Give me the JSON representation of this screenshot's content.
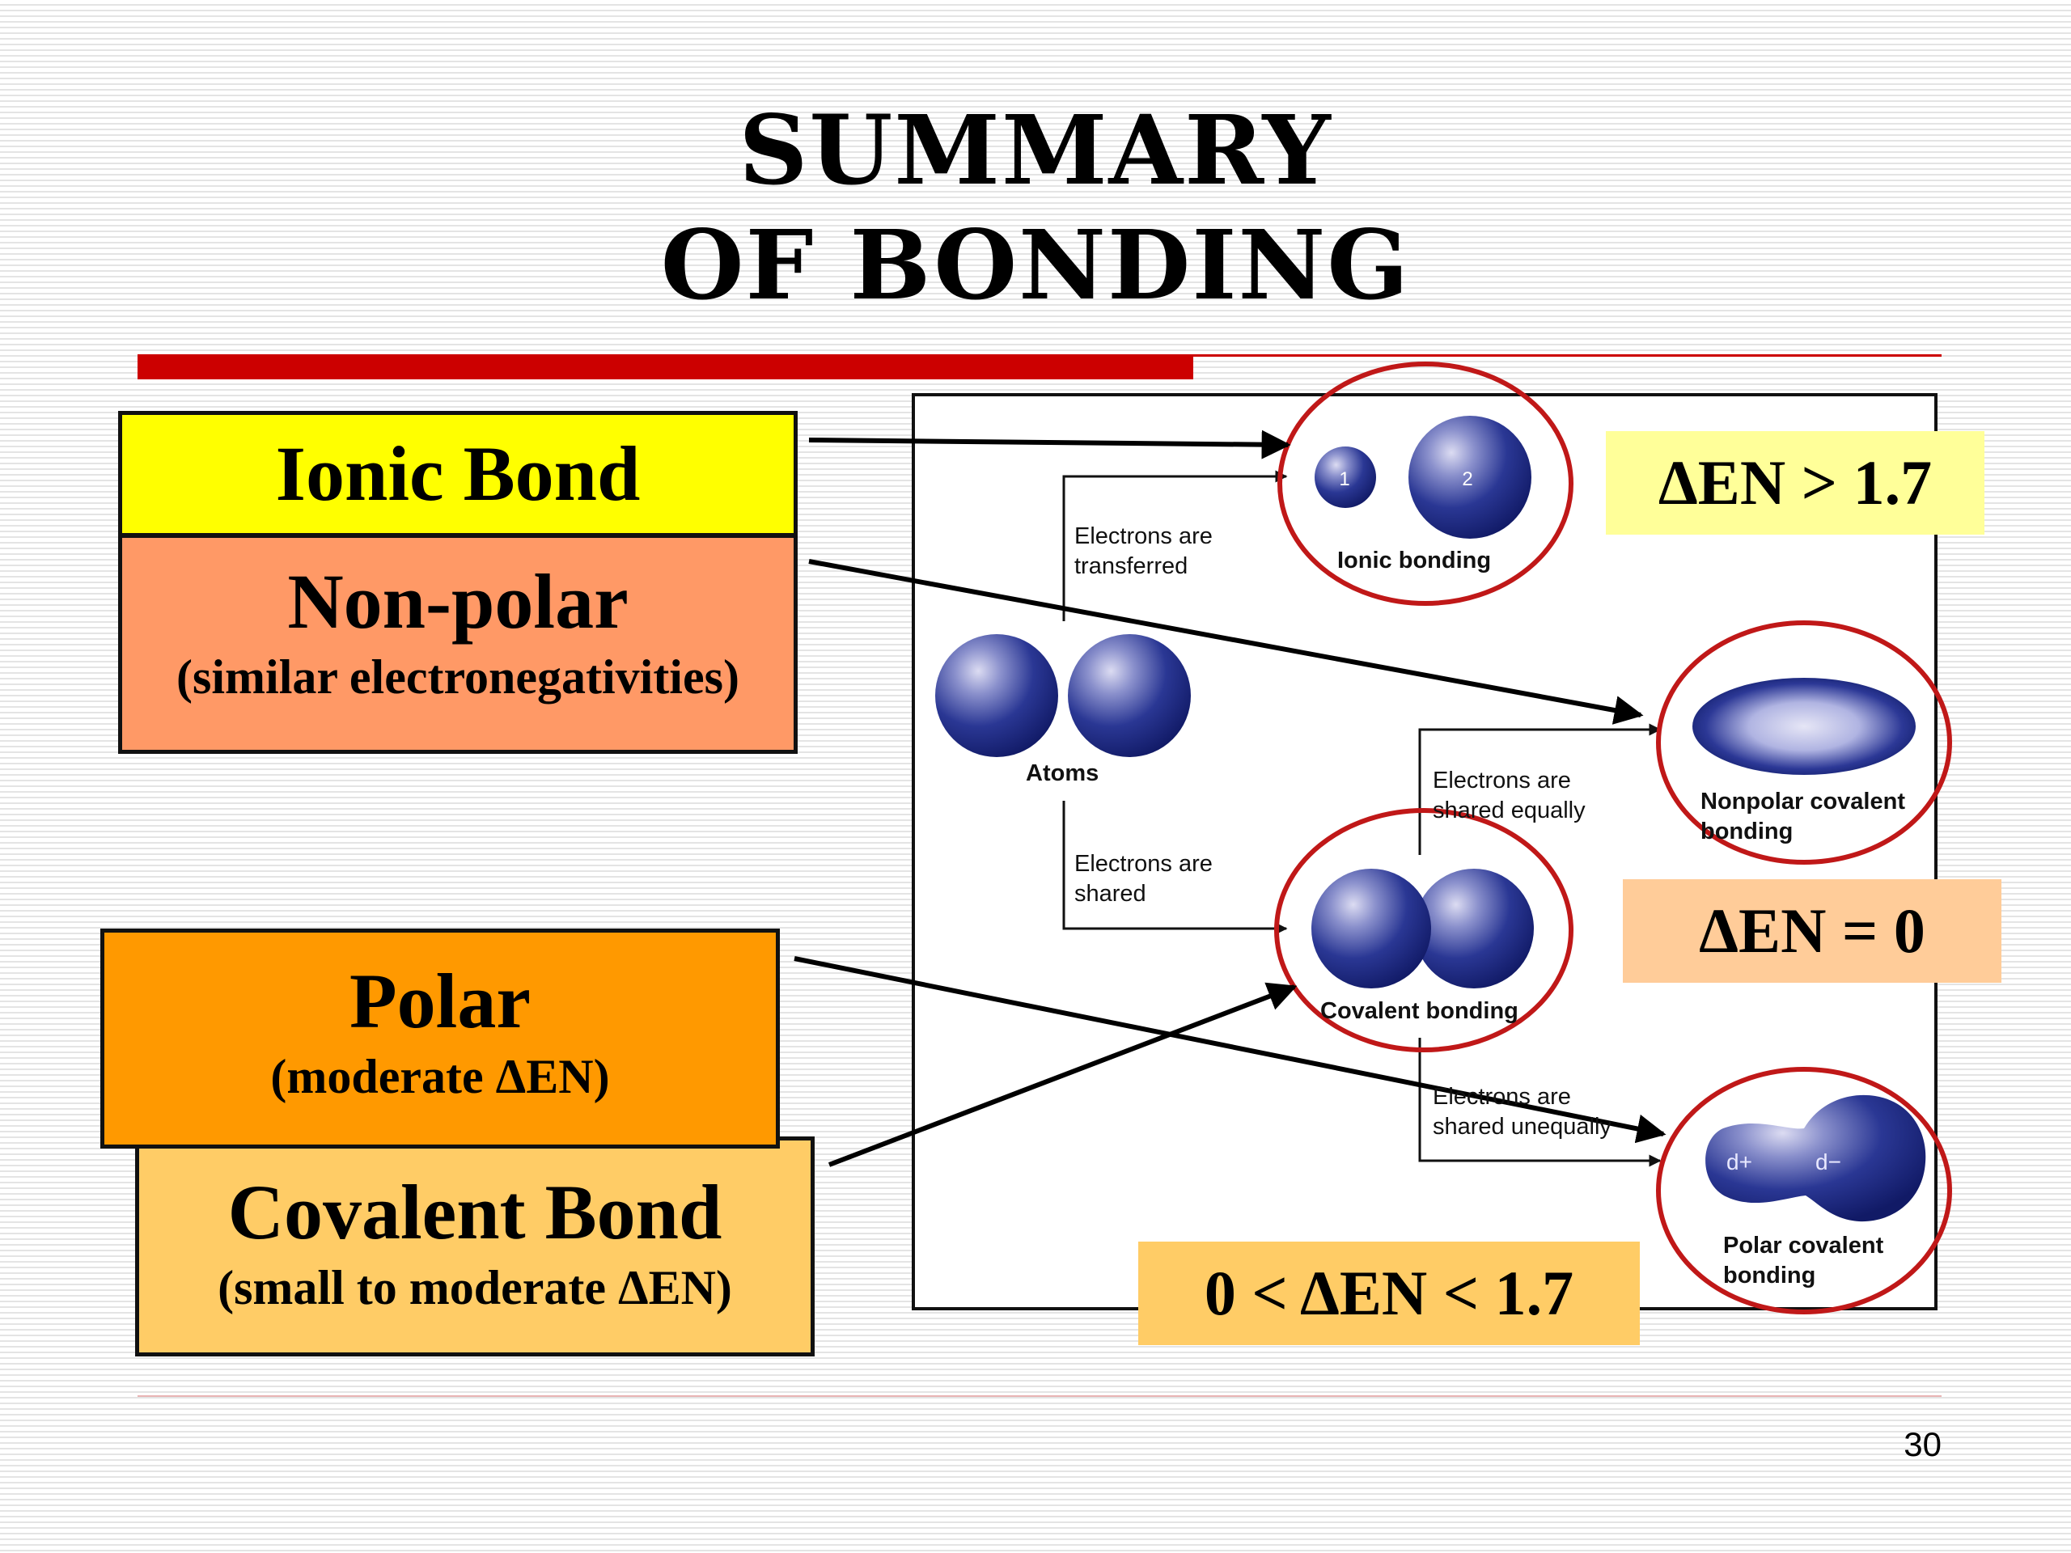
{
  "slide": {
    "title_line1": "SUMMARY",
    "title_line2": "OF BONDING",
    "page_number": "30"
  },
  "boxes": {
    "ionic": {
      "title": "Ionic Bond"
    },
    "nonpolar": {
      "title": "Non-polar",
      "subtitle": "(similar electronegativities)"
    },
    "polar": {
      "title": "Polar",
      "subtitle": "(moderate ΔEN)"
    },
    "covalent": {
      "title": "Covalent Bond",
      "subtitle": "(small to moderate ΔEN)"
    }
  },
  "tags": {
    "ionic": "ΔEN > 1.7",
    "nonpolar": "ΔEN = 0",
    "polar": "0 < ΔEN < 1.7"
  },
  "figure": {
    "electrons_transferred": [
      "Electrons are",
      "transferred"
    ],
    "electrons_shared": [
      "Electrons are",
      "shared"
    ],
    "electrons_shared_equally": [
      "Electrons are",
      "shared equally"
    ],
    "electrons_shared_unequally": [
      "Electrons are",
      "shared unequally"
    ],
    "atoms_label": "Atoms",
    "ionic_bonding_label": "Ionic bonding",
    "covalent_bonding_label": "Covalent bonding",
    "nonpolar_covalent_label": [
      "Nonpolar covalent",
      "bonding"
    ],
    "polar_covalent_label": [
      "Polar covalent",
      "bonding"
    ],
    "ion1_number": "1",
    "ion2_number": "2",
    "delta_plus": "d+",
    "delta_minus": "d−"
  },
  "colors": {
    "accent_red": "#cc0000",
    "ionic_fill": "#ffff00",
    "nonpolar_fill": "#ff9966",
    "polar_fill": "#ff9900",
    "covalent_fill": "#ffcc66",
    "sphere_blue": "#1a2a8a"
  }
}
